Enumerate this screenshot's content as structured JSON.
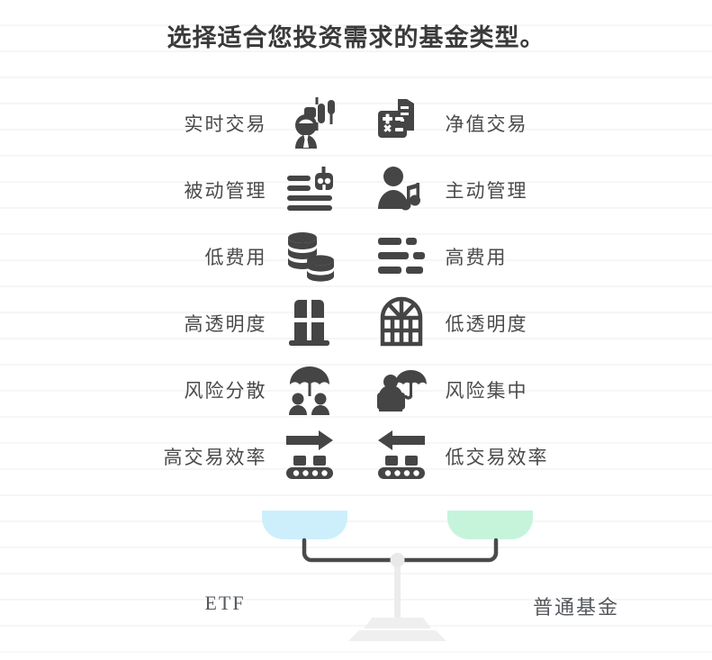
{
  "page": {
    "title": "选择适合您投资需求的基金类型。",
    "background_color": "#ffffff",
    "rule_line_color": "#f5f6f8",
    "icon_color": "#454545",
    "text_color": "#4a4a4a"
  },
  "comparison": {
    "rows": [
      {
        "left": {
          "label": "实时交易",
          "icon": "trader-candlestick-icon"
        },
        "right": {
          "label": "净值交易",
          "icon": "calculator-building-icon"
        }
      },
      {
        "left": {
          "label": "被动管理",
          "icon": "robot-list-icon"
        },
        "right": {
          "label": "主动管理",
          "icon": "person-music-icon"
        }
      },
      {
        "left": {
          "label": "低费用",
          "icon": "coin-stack-icon"
        },
        "right": {
          "label": "高费用",
          "icon": "bar-chart-descending-icon"
        }
      },
      {
        "left": {
          "label": "高透明度",
          "icon": "clear-window-icon"
        },
        "right": {
          "label": "低透明度",
          "icon": "grid-window-icon"
        }
      },
      {
        "left": {
          "label": "风险分散",
          "icon": "umbrella-two-people-icon"
        },
        "right": {
          "label": "风险集中",
          "icon": "umbrella-one-person-icon"
        }
      },
      {
        "left": {
          "label": "高交易效率",
          "icon": "conveyor-arrow-right-icon"
        },
        "right": {
          "label": "低交易效率",
          "icon": "conveyor-arrow-left-icon"
        }
      }
    ]
  },
  "balance": {
    "left_pan_label": "ETF",
    "right_pan_label": "普通基金",
    "left_pan_color": "#cdeffc",
    "right_pan_color": "#c6f4db",
    "beam_color": "#4a4a4a",
    "pivot_color": "#e9e9e9",
    "stand_color": "#ececec"
  }
}
